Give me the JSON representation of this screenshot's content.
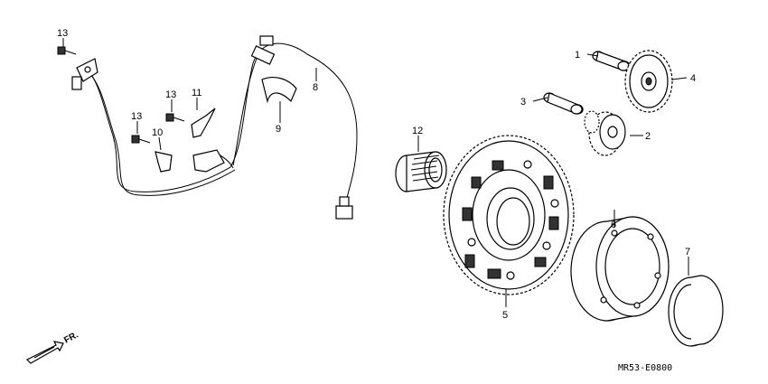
{
  "callouts": [
    {
      "id": "p1",
      "label": "1"
    },
    {
      "id": "p2",
      "label": "2"
    },
    {
      "id": "p3",
      "label": "3"
    },
    {
      "id": "p4",
      "label": "4"
    },
    {
      "id": "p5",
      "label": "5"
    },
    {
      "id": "p6",
      "label": "6"
    },
    {
      "id": "p7",
      "label": "7"
    },
    {
      "id": "p8",
      "label": "8"
    },
    {
      "id": "p9",
      "label": "9"
    },
    {
      "id": "p10",
      "label": "10"
    },
    {
      "id": "p11",
      "label": "11"
    },
    {
      "id": "p12",
      "label": "12"
    },
    {
      "id": "p13a",
      "label": "13"
    },
    {
      "id": "p13b",
      "label": "13"
    },
    {
      "id": "p13c",
      "label": "13"
    }
  ],
  "direction_label": "FR.",
  "diagram_code": "MR53-E0800"
}
